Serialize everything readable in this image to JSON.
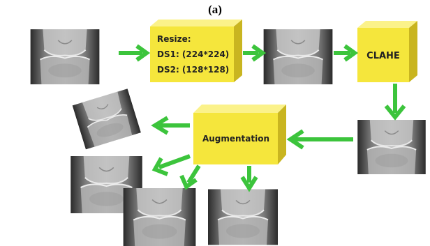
{
  "caption": "(a)",
  "steps": {
    "resize": {
      "lines": [
        "Resize:",
        "DS1: (224*224)",
        "DS2: (128*128)"
      ]
    },
    "clahe": {
      "label": "CLAHE"
    },
    "augmentation": {
      "label": "Augmentation"
    }
  },
  "colors": {
    "box_face": "#f5e63c",
    "box_top": "#fbf28a",
    "box_side": "#c9b520",
    "arrow": "#3cc43c",
    "xray_dark": "#2a2a2a",
    "xray_bone": "#c8c8c8"
  }
}
